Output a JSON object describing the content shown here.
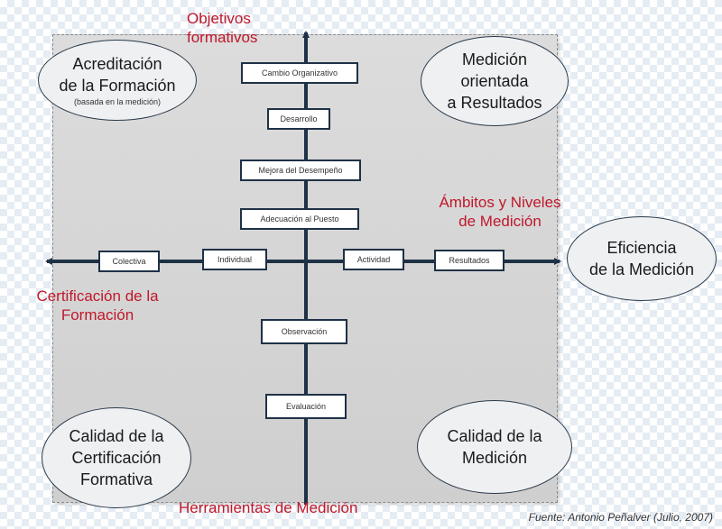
{
  "labels": {
    "top": [
      "Objetivos",
      "formativos"
    ],
    "bottom": "Herramientas de Medición",
    "left": [
      "Certificación de la",
      "Formación"
    ],
    "right": [
      "Ámbitos y Niveles",
      "de Medición"
    ]
  },
  "ellipses": {
    "top_left": {
      "lines": [
        "Acreditación",
        "de la Formación"
      ],
      "sub": "(basada en la medición)"
    },
    "top_right": {
      "lines": [
        "Medición",
        "orientada",
        "a Resultados"
      ]
    },
    "right": {
      "lines": [
        "Eficiencia",
        "de la Medición"
      ]
    },
    "bottom_left": {
      "lines": [
        "Calidad de la",
        "Certificación",
        "Formativa"
      ]
    },
    "bottom_right": {
      "lines": [
        "Calidad de la",
        "Medición"
      ]
    }
  },
  "vertical_boxes": [
    "Cambio Organizativo",
    "Desarrollo",
    "Mejora del Desempeño",
    "Adecuación al Puesto",
    "Observación",
    "Evaluación"
  ],
  "horizontal_boxes": [
    "Colectiva",
    "Individual",
    "Actividad",
    "Resultados"
  ],
  "source": "Fuente: Antonio Peñalver (Julio, 2007)",
  "colors": {
    "axis": "#1e3146",
    "label_red": "#c0182a"
  }
}
